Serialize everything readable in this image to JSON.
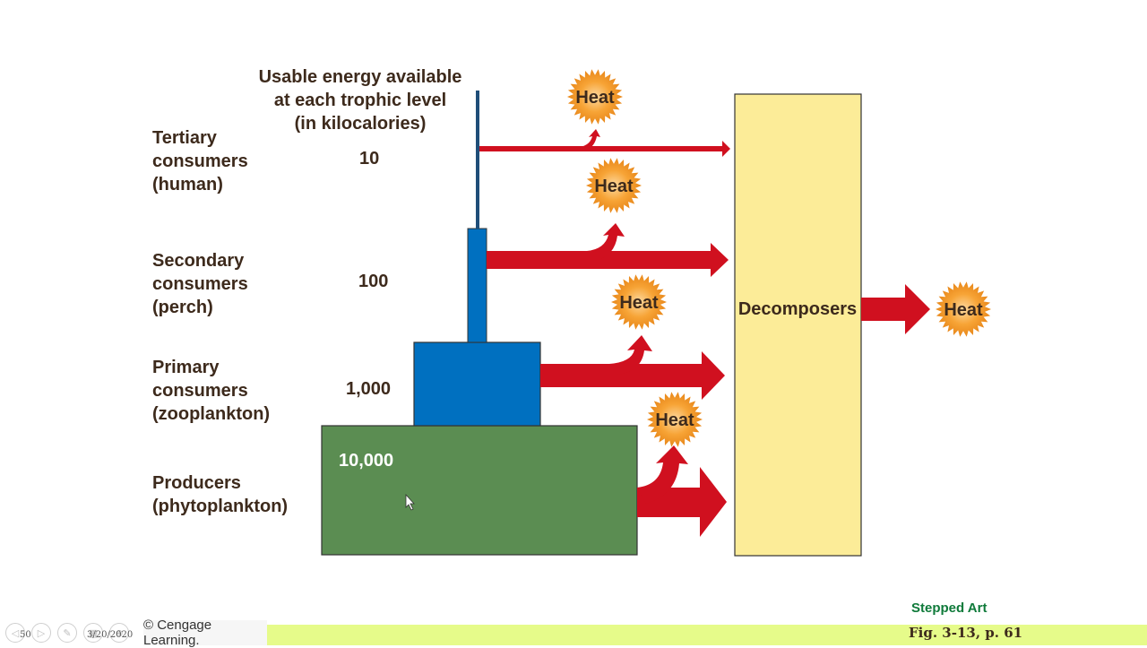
{
  "diagram": {
    "title": "Usable energy available\nat each trophic level\n(in kilocalories)",
    "levels": [
      {
        "label": "Tertiary\nconsumers\n(human)",
        "value": "10"
      },
      {
        "label": "Secondary\nconsumers\n(perch)",
        "value": "100"
      },
      {
        "label": "Primary\nconsumers\n(zooplankton)",
        "value": "1,000"
      },
      {
        "label": "Producers\n(phytoplankton)",
        "value": "10,000"
      }
    ],
    "heat_label": "Heat",
    "decomposers_label": "Decomposers",
    "colors": {
      "producers": "#5b8d52",
      "consumers": "#0070c0",
      "tertiary_bar": "#1f4e79",
      "decomposers": "#fcec98",
      "arrow": "#d0101f",
      "heat_outer": "#f7a436",
      "heat_inner": "#fdd9a0"
    }
  },
  "footer": {
    "slide_number": "50",
    "date": "3/20/2020",
    "copyright": "© Cengage Learning.",
    "stepped_art": "Stepped Art",
    "figure_ref": "Fig. 3-13, p. 61"
  }
}
